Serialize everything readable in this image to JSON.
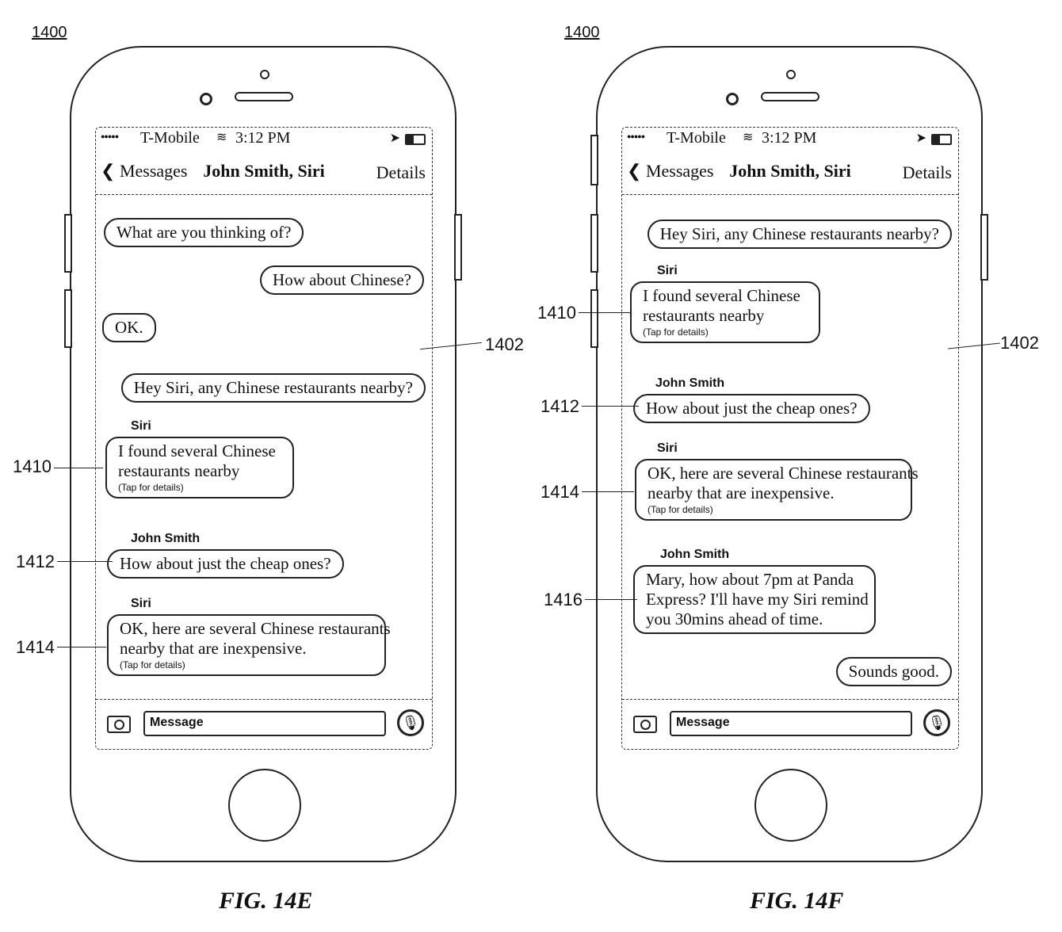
{
  "figures": [
    {
      "ref": "1400",
      "caption": "FIG. 14E",
      "status": {
        "carrier": "T-Mobile",
        "time": "3:12 PM"
      },
      "nav": {
        "back": "Messages",
        "title": "John Smith, Siri",
        "details": "Details"
      },
      "screen_ref": "1402",
      "messages": [
        {
          "text": "What are you thinking of?"
        },
        {
          "text": "How about Chinese?"
        },
        {
          "text": "OK."
        },
        {
          "text": "Hey Siri, any Chinese restaurants nearby?"
        },
        {
          "sender": "Siri",
          "line1": "I found several Chinese",
          "line2": "restaurants nearby",
          "tap": "(Tap for details)",
          "ref": "1410"
        },
        {
          "sender": "John Smith",
          "text": "How about just the cheap ones?",
          "ref": "1412"
        },
        {
          "sender": "Siri",
          "line1": "OK, here are several Chinese restaurants",
          "line2": "nearby that are inexpensive.",
          "tap": "(Tap for details)",
          "ref": "1414"
        }
      ],
      "input_placeholder": "Message"
    },
    {
      "ref": "1400",
      "caption": "FIG. 14F",
      "status": {
        "carrier": "T-Mobile",
        "time": "3:12 PM"
      },
      "nav": {
        "back": "Messages",
        "title": "John Smith, Siri",
        "details": "Details"
      },
      "screen_ref": "1402",
      "messages": [
        {
          "text": "Hey Siri, any Chinese restaurants nearby?"
        },
        {
          "sender": "Siri",
          "line1": "I found several Chinese",
          "line2": "restaurants nearby",
          "tap": "(Tap for details)",
          "ref": "1410"
        },
        {
          "sender": "John Smith",
          "text": "How about just the cheap ones?",
          "ref": "1412"
        },
        {
          "sender": "Siri",
          "line1": "OK, here are several Chinese restaurants",
          "line2": "nearby that are inexpensive.",
          "tap": "(Tap for details)",
          "ref": "1414"
        },
        {
          "sender": "John Smith",
          "line1": "Mary, how about 7pm at Panda",
          "line2": "Express?  I'll have my Siri remind",
          "line3": "you 30mins ahead of time.",
          "ref": "1416"
        },
        {
          "text": "Sounds good."
        }
      ],
      "input_placeholder": "Message"
    }
  ]
}
